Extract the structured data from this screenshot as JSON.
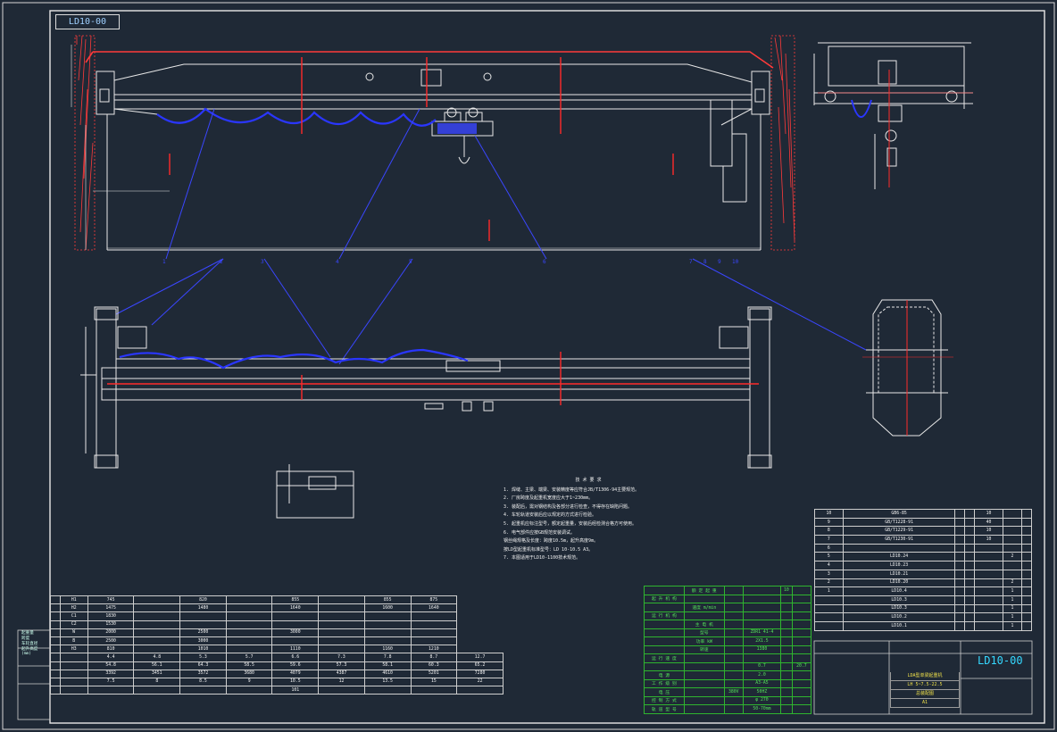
{
  "header": {
    "code_label": "LD10-00"
  },
  "drawing_number": "LD10-00",
  "notes": {
    "title": "技 术 要 求",
    "lines": [
      "1. 焊缝、主梁、端梁、安装精度等应符合JB/T1306-94主要规范。",
      "2. 厂房跨度及起重机宽度应大于1~230mm。",
      "3. 装配后，需对钢结构及各部分进行检查，不得存在缺陷问题。",
      "4. 车轮轨道安装后应以规定的方式进行检验。",
      "5. 起重机应标注型号，额定起重量，安装后经检测合格方可使用。",
      "6. 电气部件应按GB规范安装调试。",
      "   钢丝绳规格及长度：跨度10.5m，起升高度9m。",
      "   按LD型起重机标准型号：LD 10-10.5 A3。",
      "7. 本图适用于LD10-1100技术规范。"
    ]
  },
  "spec_table": {
    "rows": [
      [
        "",
        "H1",
        "745",
        "",
        "820",
        "",
        "855",
        "",
        "855",
        "875"
      ],
      [
        "",
        "H2",
        "1475",
        "",
        "1480",
        "",
        "1640",
        "",
        "1600",
        "1640"
      ],
      [
        "",
        "C1",
        "1830",
        "",
        "",
        "",
        "",
        "",
        "",
        ""
      ],
      [
        "",
        "C2",
        "1530",
        "",
        "",
        "",
        "",
        "",
        "",
        ""
      ],
      [
        "",
        "W",
        "2000",
        "",
        "2500",
        "",
        "3000",
        "",
        "",
        ""
      ],
      [
        "",
        "B",
        "2500",
        "",
        "3000",
        "",
        "",
        "",
        "",
        ""
      ],
      [
        "",
        "H3",
        "810",
        "",
        "1010",
        "",
        "1110",
        "",
        "1160",
        "1210"
      ],
      [
        "",
        "",
        "4.4",
        "4.8",
        "5.3",
        "5.7",
        "6.6",
        "7.3",
        "7.8",
        "8.7",
        "12.7"
      ],
      [
        "",
        "",
        "54.8",
        "56.1",
        "64.3",
        "58.5",
        "59.6",
        "57.3",
        "58.1",
        "60.3",
        "65.2"
      ],
      [
        "",
        "",
        "3392",
        "3451",
        "3572",
        "3680",
        "4079",
        "4387",
        "4610",
        "5201",
        "7280"
      ],
      [
        "",
        "",
        "7.5",
        "8",
        "8.5",
        "9",
        "10.5",
        "12",
        "13.5",
        "15",
        "22"
      ],
      [
        "",
        "",
        "",
        "",
        "",
        "",
        "101",
        "",
        "",
        "",
        ""
      ]
    ],
    "left_labels": [
      "起重量",
      "跨度",
      "车轮直径",
      "起升高度",
      "(mm)"
    ]
  },
  "elec_table": {
    "rows": [
      [
        "",
        "额 定 起 重",
        "",
        "",
        "10",
        ""
      ],
      [
        "起 升 机 构",
        "",
        "",
        "",
        "",
        ""
      ],
      [
        "",
        "速度 m/min",
        "",
        "",
        "",
        ""
      ],
      [
        "运 行 机 构",
        "",
        "",
        "",
        "",
        ""
      ],
      [
        "",
        "主 电 机",
        "",
        "",
        "",
        ""
      ],
      [
        "",
        "型号",
        "",
        "ZDR1 41-4",
        "",
        ""
      ],
      [
        "",
        "功率 kW",
        "",
        "2X1.5",
        "",
        ""
      ],
      [
        "",
        "转速",
        "",
        "1380",
        "",
        ""
      ],
      [
        "运 行 速 度",
        "",
        "",
        "",
        "",
        ""
      ],
      [
        "",
        "",
        "",
        "0.7",
        "",
        "20.7"
      ],
      [
        "电 源",
        "",
        "",
        "2.0",
        "",
        ""
      ],
      [
        "工 作 级 别",
        "",
        "",
        "A3-A5",
        "",
        ""
      ],
      [
        "电 压",
        "",
        "380V",
        "50HZ",
        "",
        ""
      ],
      [
        "控 制 方 式",
        "",
        "",
        "φ 270",
        "",
        ""
      ],
      [
        "轨 道 型 号",
        "",
        "",
        "50-70mm",
        "",
        ""
      ]
    ]
  },
  "parts_table": {
    "rows": [
      [
        "10",
        "GB6-85",
        "",
        "",
        "10",
        "",
        ""
      ],
      [
        "9",
        "GB/T1228-91",
        "",
        "",
        "40",
        "",
        ""
      ],
      [
        "8",
        "GB/T1229-91",
        "",
        "",
        "10",
        "",
        ""
      ],
      [
        "7",
        "GB/T1230-91",
        "",
        "",
        "10",
        "",
        ""
      ],
      [
        "6",
        "",
        "",
        "",
        "",
        "",
        ""
      ],
      [
        "5",
        "LD10.24",
        "",
        "",
        "",
        "2",
        ""
      ],
      [
        "4",
        "LD10.23",
        "",
        "",
        "",
        "",
        ""
      ],
      [
        "3",
        "LD10.21",
        "",
        "",
        "",
        "",
        ""
      ],
      [
        "2",
        "LD10.20",
        "",
        "",
        "",
        "2",
        ""
      ],
      [
        "1",
        "LD10.4",
        "",
        "",
        "",
        "1",
        ""
      ],
      [
        "",
        "LD10.3",
        "",
        "",
        "",
        "1",
        ""
      ],
      [
        "",
        "LD10.3",
        "",
        "",
        "",
        "1",
        ""
      ],
      [
        "",
        "LD10.2",
        "",
        "",
        "",
        "1",
        ""
      ],
      [
        "",
        "LD10.1",
        "",
        "",
        "",
        "1",
        ""
      ]
    ]
  },
  "title_block": {
    "lines": [
      "LDA型单梁起重机",
      "LH 5~7.5-22.5",
      "总装配图",
      "A1"
    ]
  },
  "colors": {
    "background": "#1f2936",
    "lines": "#e8e8e8",
    "centerline": "#ff2a2a",
    "leader": "#3a46ff",
    "cable": "#2a36ff",
    "title_text": "#35d8ff",
    "table_green": "#54e05a",
    "wall": "#ff3a3a"
  }
}
